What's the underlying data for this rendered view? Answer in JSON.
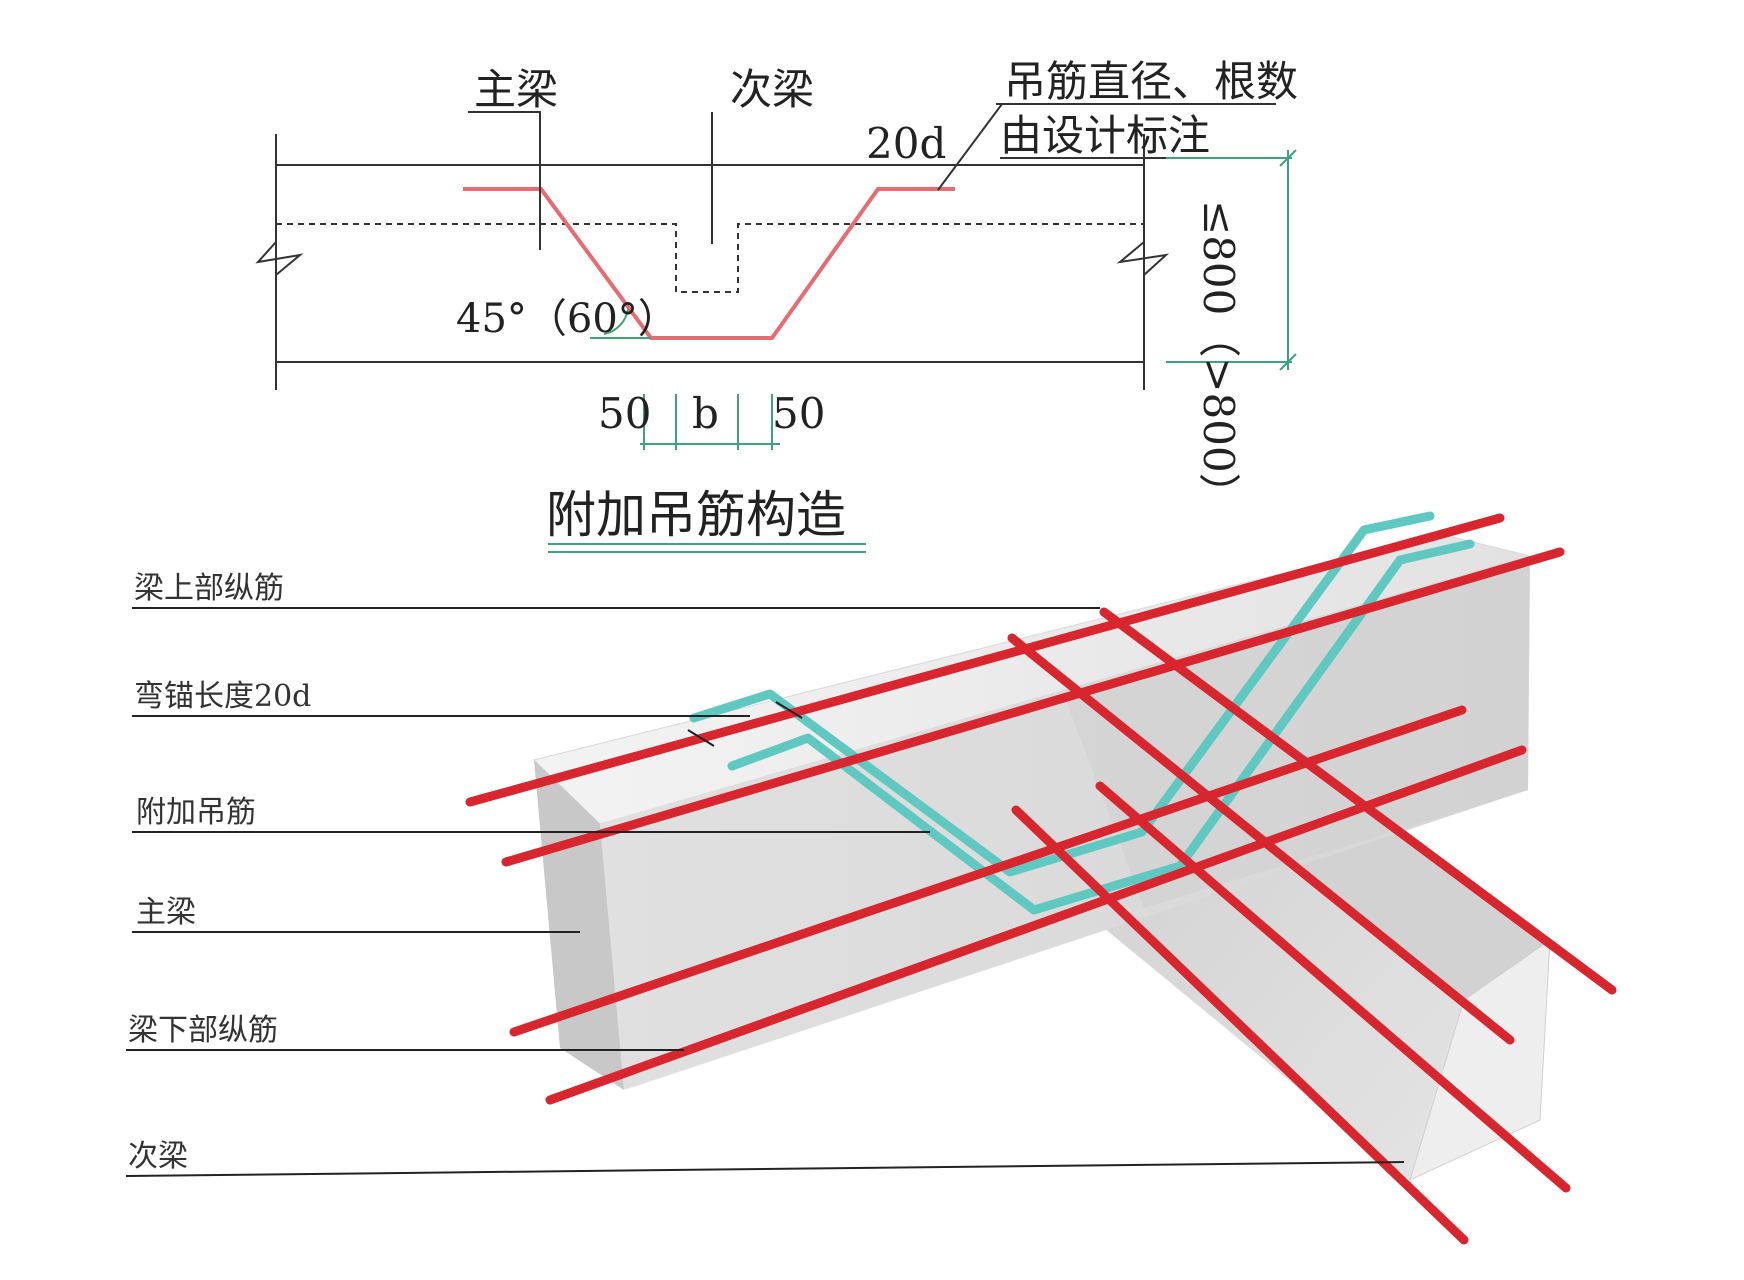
{
  "top_detail": {
    "main_beam": "主梁",
    "secondary_beam": "次梁",
    "bar_spec_line1": "吊筋直径、根数",
    "bar_spec_line2": "由设计标注",
    "anchor_length": "20d",
    "angle": "45°（60°）",
    "height_condition": "≤800（>800）",
    "dim_left": "50",
    "dim_mid": "b",
    "dim_right": "50",
    "title": "附加吊筋构造"
  },
  "legend": [
    "梁上部纵筋",
    "弯锚长度20d",
    "附加吊筋",
    "主梁",
    "梁下部纵筋",
    "次梁"
  ],
  "colors": {
    "longitudinal_bar": "#d7262e",
    "hanger_bar": "#5fc9c1",
    "dimension_line": "#3aa57a",
    "concrete": "#e9e9e9"
  }
}
